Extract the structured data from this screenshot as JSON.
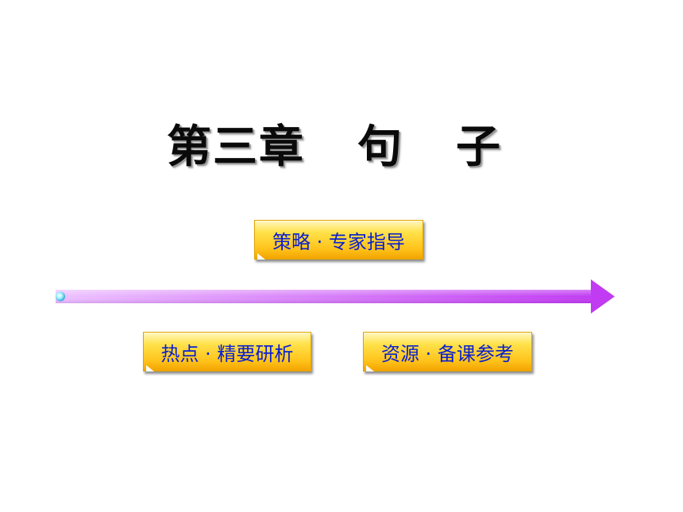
{
  "title": {
    "chapter": "第三章",
    "word1": "句",
    "word2": "子"
  },
  "buttons": {
    "strategy": "策略 · 专家指导",
    "hotspot": "热点 · 精要研析",
    "resource": "资源 · 备课参考"
  },
  "colors": {
    "button_text": "#0a1fd0",
    "button_fill": "#ffd23a",
    "arrow_start": "#e9b6ff",
    "arrow_end": "#c13bf2"
  }
}
